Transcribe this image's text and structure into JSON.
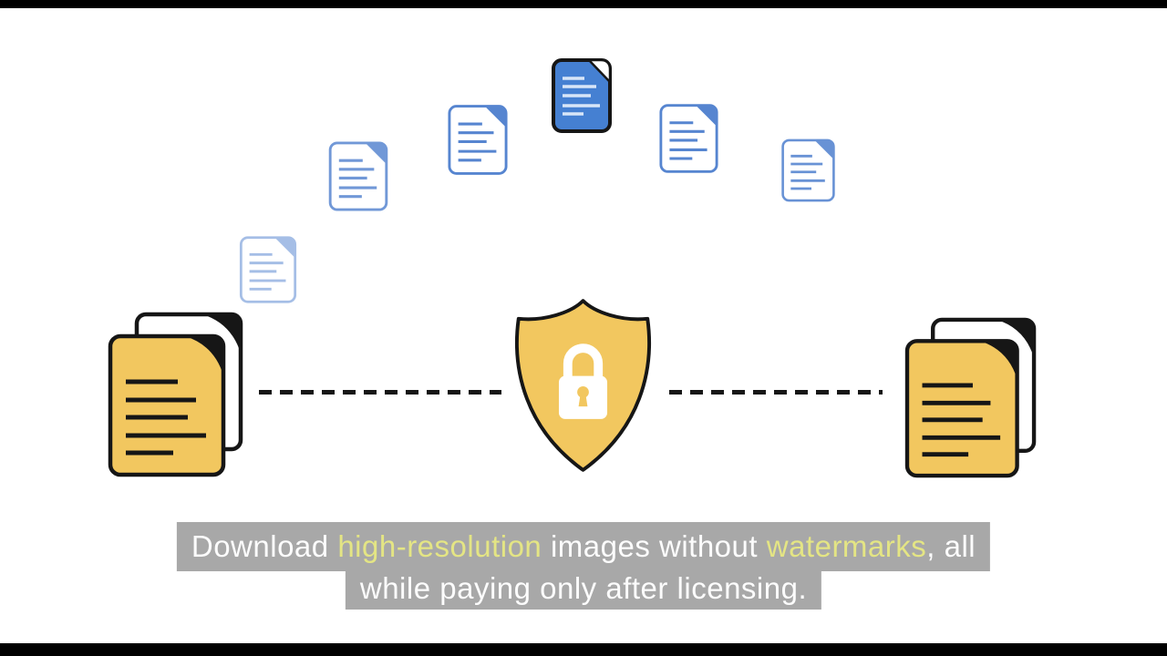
{
  "caption": {
    "line1_segments": [
      {
        "text": "Download ",
        "highlight": false
      },
      {
        "text": "high-resolution",
        "highlight": true
      },
      {
        "text": " images without ",
        "highlight": false
      },
      {
        "text": "watermarks",
        "highlight": true
      },
      {
        "text": ", all",
        "highlight": false
      }
    ],
    "line2": "while paying only after licensing.",
    "colors": {
      "background": "#A8A8A8",
      "text": "#FCFCFC",
      "highlight": "#E4E584"
    }
  },
  "illustration": {
    "center_icon": "shield-lock-icon",
    "shield_color": "#F2C75F",
    "lock_color": "#FFFFFF",
    "document_stack_color": "#F2C75F",
    "blue_document_fill": "#4580D2",
    "blue_document_outline": "#4E7FCE",
    "outline_color": "#161616",
    "arc_document_count": 6,
    "stack_count": 2,
    "connection_style": "dashed-line"
  }
}
